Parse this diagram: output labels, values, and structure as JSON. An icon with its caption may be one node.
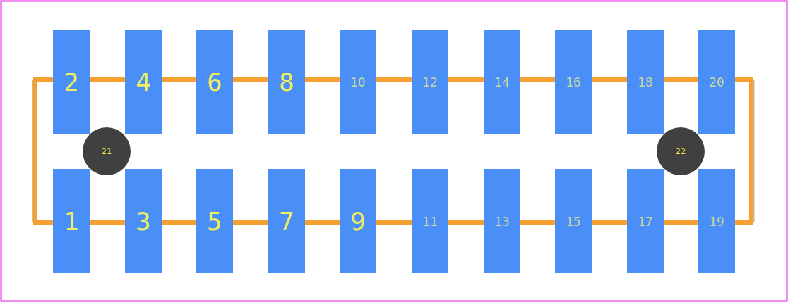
{
  "diagram": {
    "nodes": [
      {
        "text": [
          "2"
        ]
      },
      {
        "text": [
          "4"
        ]
      },
      {
        "text": [
          "6"
        ]
      },
      {
        "text": [
          "8"
        ]
      },
      {
        "text": [
          "10"
        ]
      },
      {
        "text": [
          "12"
        ]
      },
      {
        "text": [
          "14"
        ]
      },
      {
        "text": [
          "16"
        ]
      },
      {
        "text": [
          "18"
        ]
      },
      {
        "text": [
          "20"
        ]
      },
      {
        "text": [
          "21"
        ]
      },
      {
        "text": [
          "22"
        ]
      },
      {
        "text": [
          "1"
        ]
      },
      {
        "text": [
          "3"
        ]
      },
      {
        "text": [
          "5"
        ]
      },
      {
        "text": [
          "7"
        ]
      },
      {
        "text": [
          "9"
        ]
      },
      {
        "text": [
          "11"
        ]
      },
      {
        "text": [
          "13"
        ]
      },
      {
        "text": [
          "15"
        ]
      },
      {
        "text": [
          "17"
        ]
      },
      {
        "text": [
          "19"
        ]
      }
    ],
    "edges": []
  }
}
